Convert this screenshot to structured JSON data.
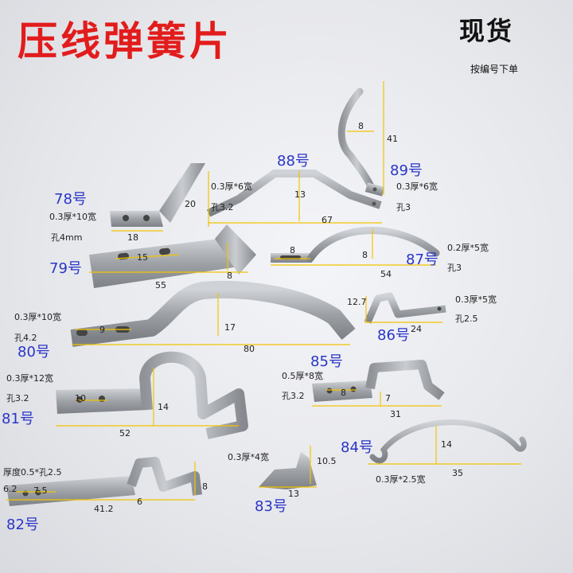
{
  "header": {
    "title": "压线弹簧片",
    "stock": "现货",
    "order_hint": "按编号下单"
  },
  "colors": {
    "title": "#e21c1c",
    "part_number": "#2a35c8",
    "dimension_line": "#f2c400",
    "metal": "#a9acb1"
  },
  "parts": {
    "p78": {
      "number": "78号",
      "spec": "0.3厚*10宽",
      "hole": "孔4mm",
      "width": "18",
      "height": "20"
    },
    "p79": {
      "number": "79号",
      "hole_width": "15",
      "length": "55",
      "bend": "8"
    },
    "p80": {
      "number": "80号",
      "spec": "0.3厚*10宽",
      "hole": "孔4.2",
      "hole_width": "9",
      "height": "17",
      "length": "80"
    },
    "p81": {
      "number": "81号",
      "spec": "0.3厚*12宽",
      "hole": "孔3.2",
      "hole_width": "10",
      "height": "14",
      "length": "52"
    },
    "p82": {
      "number": "82号",
      "spec": "厚度0.5*孔2.5",
      "left": "6.2",
      "hole_width": "7.5",
      "length": "41.2",
      "bend": "6",
      "height": "8"
    },
    "p83": {
      "number": "83号",
      "spec": "0.3厚*4宽",
      "height": "10.5",
      "length": "13"
    },
    "p84": {
      "number": "84号",
      "spec": "0.3厚*2.5宽",
      "height": "14",
      "length": "35"
    },
    "p85": {
      "number": "85号",
      "spec": "0.5厚*8宽",
      "hole": "孔3.2",
      "hole_width": "8",
      "height": "7",
      "length": "31"
    },
    "p86": {
      "number": "86号",
      "spec": "0.3厚*5宽",
      "hole": "孔2.5",
      "height": "12.7",
      "length": "24"
    },
    "p87": {
      "number": "87号",
      "spec": "0.2厚*5宽",
      "hole": "孔3",
      "hole_width": "8",
      "height": "8",
      "length": "54"
    },
    "p88": {
      "number": "88号",
      "spec": "0.3厚*6宽",
      "hole": "孔3.2",
      "height": "13",
      "length": "67"
    },
    "p89": {
      "number": "89号",
      "spec": "0.3厚*6宽",
      "hole": "孔3",
      "width": "8",
      "height": "41"
    }
  }
}
